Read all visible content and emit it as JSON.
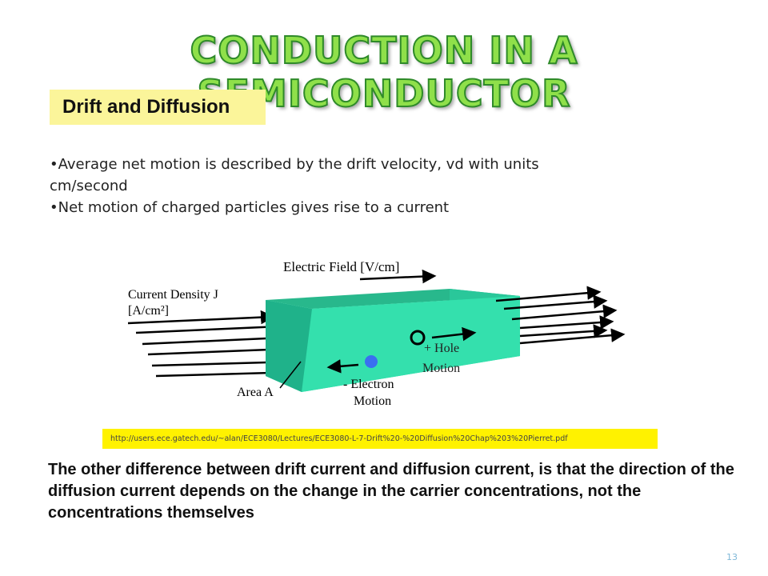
{
  "slide": {
    "title": "CONDUCTION IN A SEMICONDUCTOR",
    "subtitle": "Drift  and  Diffusion",
    "bullets": [
      "•Average net motion is described by the drift velocity, vd with units cm/second",
      "•Net motion of charged particles gives rise to a current"
    ],
    "figure_labels": {
      "electric_field": "Electric Field [V/cm]",
      "current_density_line1": "Current Density J",
      "current_density_line2": "[A/cm²]",
      "area": "Area A",
      "hole_line1": "+ Hole",
      "hole_line2": "Motion",
      "electron_line1": "- Electron",
      "electron_line2": "Motion"
    },
    "source_url": "http://users.ece.gatech.edu/~alan/ECE3080/Lectures/ECE3080-L-7-Drift%20-%20Diffusion%20Chap%203%20Pierret.pdf",
    "paragraph": "The other difference between drift current and diffusion current, is that the direction of the diffusion current depends on the change in the carrier concentrations, not the concentrations themselves",
    "page_number": "13"
  },
  "colors": {
    "title_fill": "#8fe04a",
    "title_outline": "#2f8a2a",
    "subtitle_bg": "#fbf59a",
    "url_bg": "#fff200",
    "block_front": "#2fd9a6",
    "block_top": "#28b88c",
    "electron": "#3a6ff0"
  }
}
